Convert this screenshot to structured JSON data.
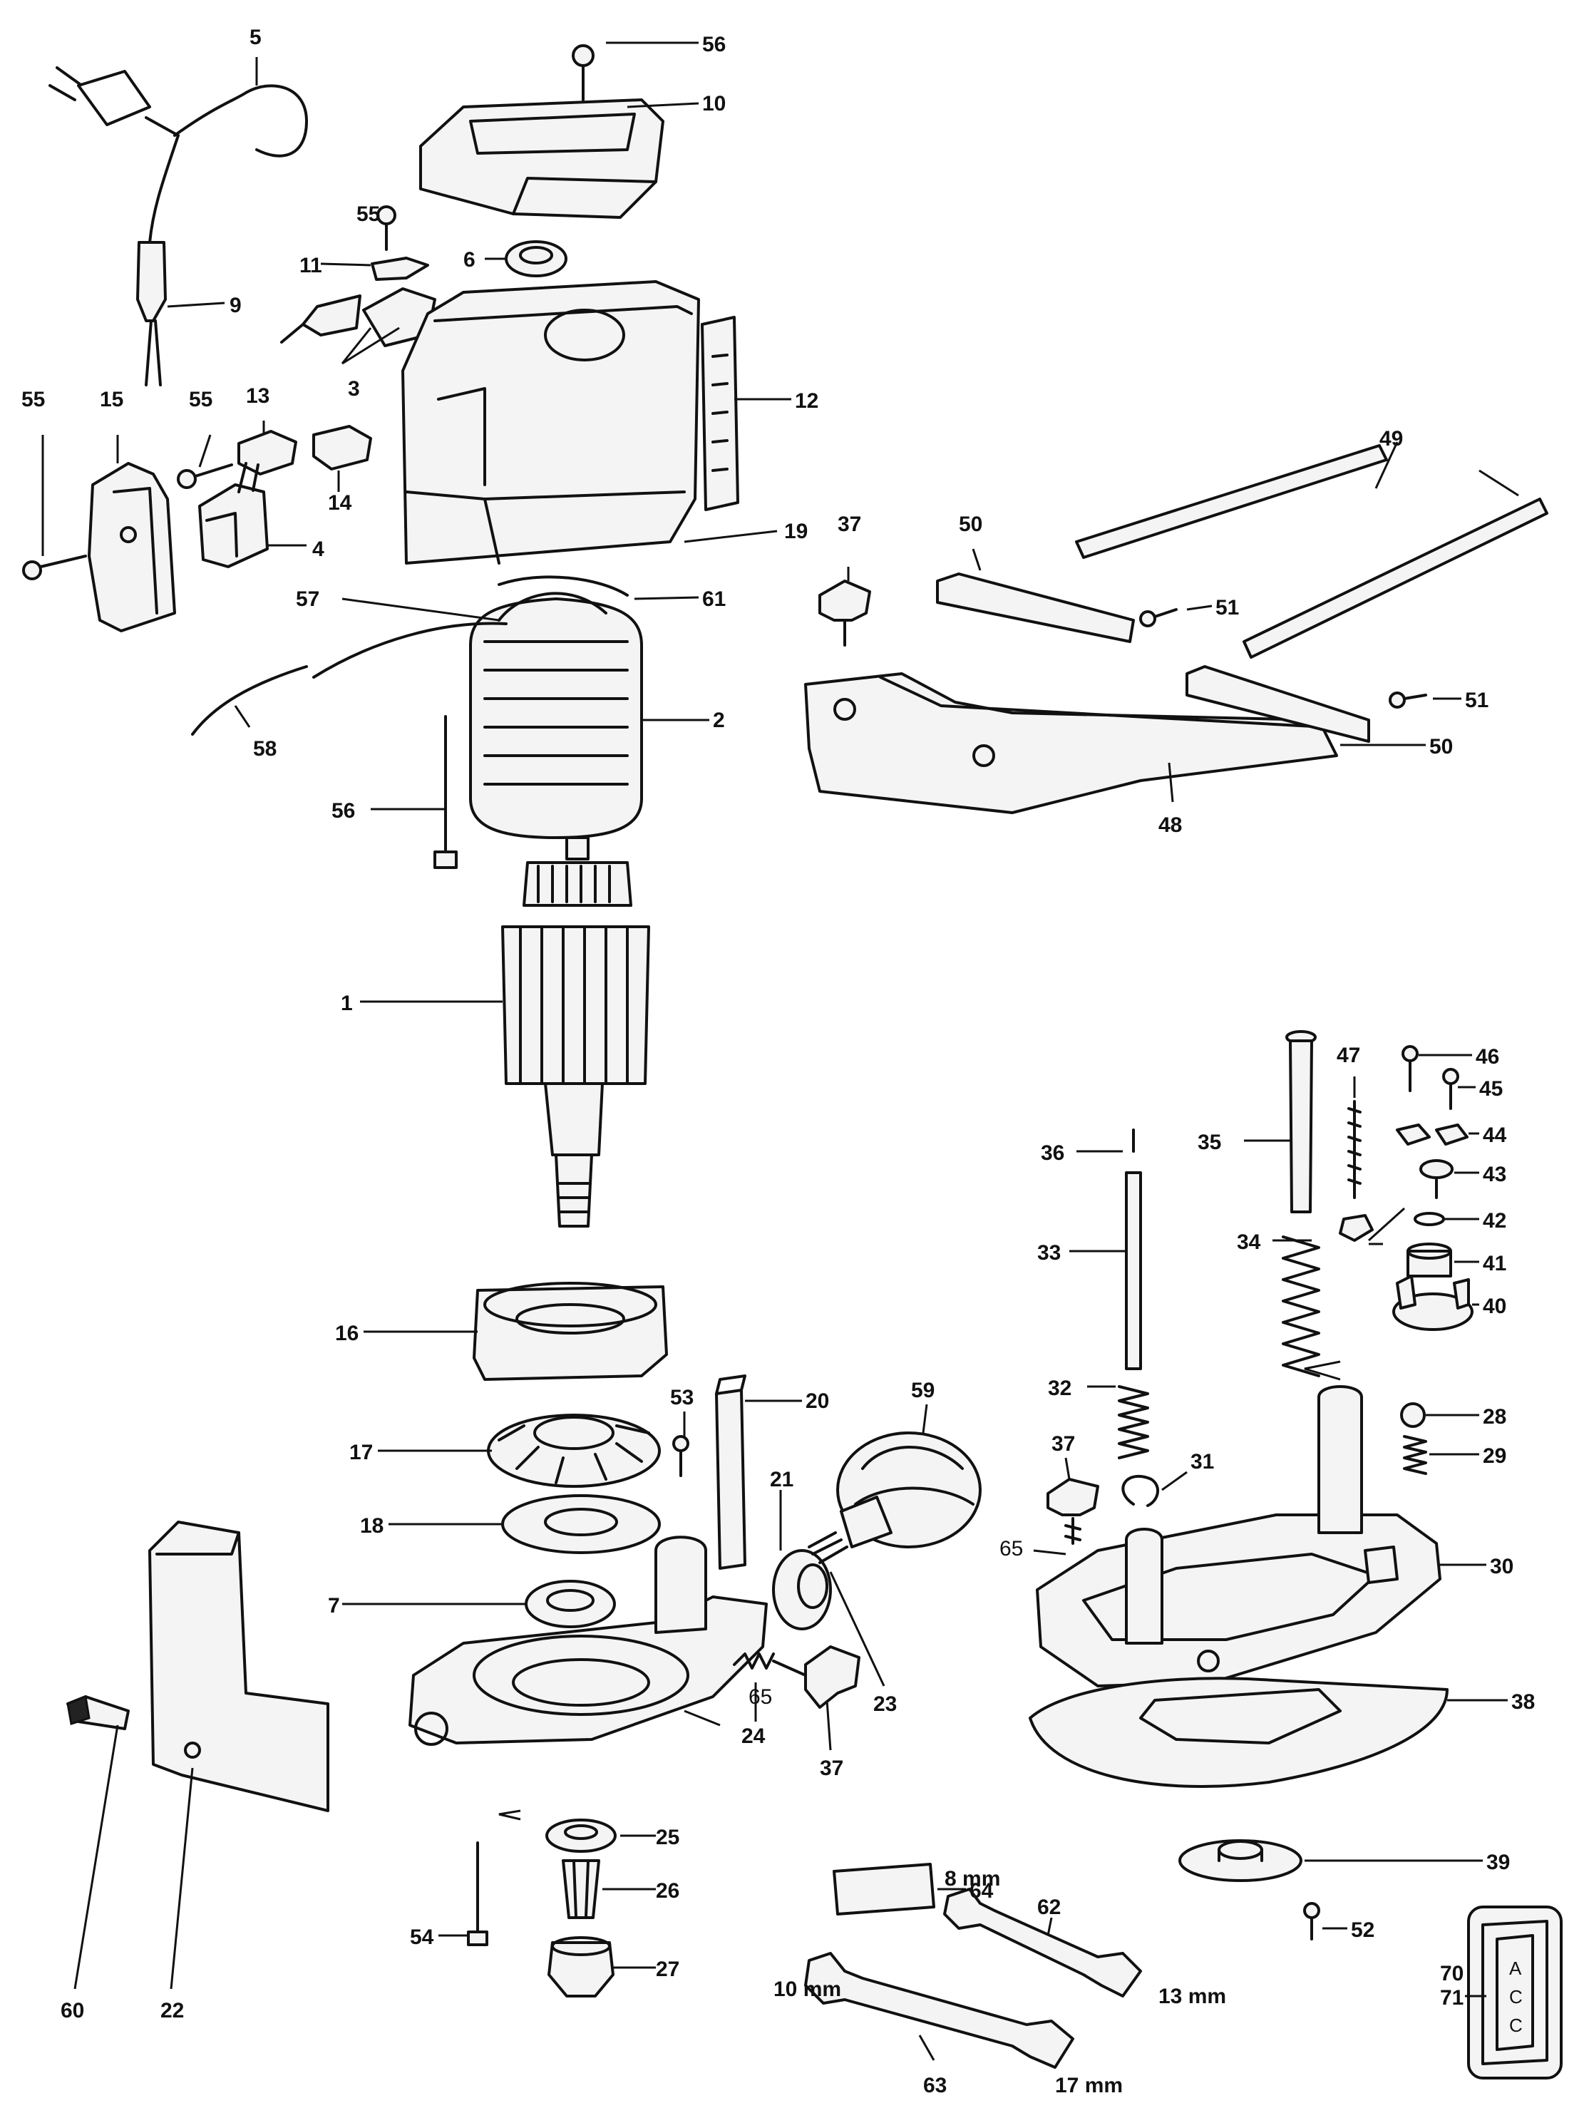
{
  "labels": {
    "p1": "1",
    "p2": "2",
    "p3": "3",
    "p4": "4",
    "p5": "5",
    "p6": "6",
    "p7": "7",
    "p9": "9",
    "p10": "10",
    "p11": "11",
    "p12": "12",
    "p13": "13",
    "p14": "14",
    "p15": "15",
    "p16": "16",
    "p17": "17",
    "p18": "18",
    "p19": "19",
    "p20": "20",
    "p21": "21",
    "p22": "22",
    "p23": "23",
    "p24": "24",
    "p25": "25",
    "p26": "26",
    "p27": "27",
    "p28": "28",
    "p29": "29",
    "p30": "30",
    "p31": "31",
    "p32": "32",
    "p33": "33",
    "p34": "34",
    "p35": "35",
    "p36": "36",
    "p37": "37",
    "p38": "38",
    "p39": "39",
    "p40": "40",
    "p41": "41",
    "p42": "42",
    "p43": "43",
    "p44": "44",
    "p45": "45",
    "p46": "46",
    "p47": "47",
    "p48": "48",
    "p49": "49",
    "p50": "50",
    "p51": "51",
    "p52": "52",
    "p53": "53",
    "p54": "54",
    "p55": "55",
    "p56": "56",
    "p57": "57",
    "p58": "58",
    "p59": "59",
    "p60": "60",
    "p61": "61",
    "p62": "62",
    "p63": "63",
    "p64": "64",
    "p65": "65",
    "p70": "70",
    "p71": "71"
  },
  "wrench_sizes": {
    "w8": "8 mm",
    "w10": "10 mm",
    "w13": "13 mm",
    "w17": "17 mm"
  },
  "acc_box": {
    "l1": "A",
    "l2": "C",
    "l3": "C"
  }
}
